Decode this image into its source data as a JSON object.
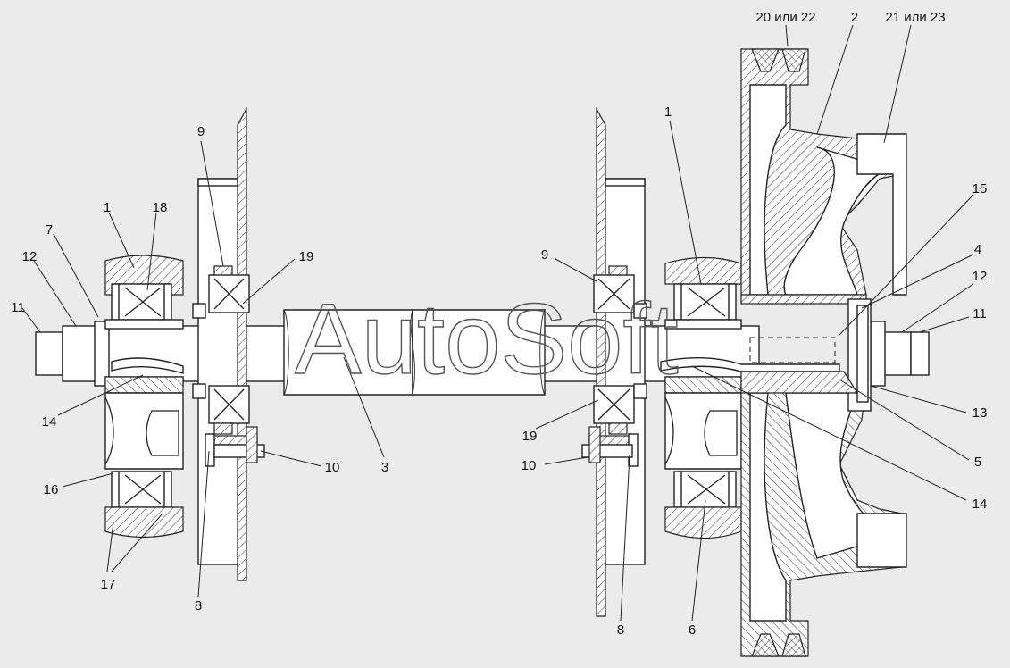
{
  "watermark": "AutoSoft",
  "callouts": [
    {
      "id": "c-20-22",
      "text": "20 или 22"
    },
    {
      "id": "c-2",
      "text": "2"
    },
    {
      "id": "c-21-23",
      "text": "21 или 23"
    },
    {
      "id": "c-1-right",
      "text": "1"
    },
    {
      "id": "c-15",
      "text": "15"
    },
    {
      "id": "c-4",
      "text": "4"
    },
    {
      "id": "c-12-right",
      "text": "12"
    },
    {
      "id": "c-11-right",
      "text": "11"
    },
    {
      "id": "c-13",
      "text": "13"
    },
    {
      "id": "c-5",
      "text": "5"
    },
    {
      "id": "c-14-right",
      "text": "14"
    },
    {
      "id": "c-9-right",
      "text": "9"
    },
    {
      "id": "c-19-right",
      "text": "19"
    },
    {
      "id": "c-10-right",
      "text": "10"
    },
    {
      "id": "c-8-right",
      "text": "8"
    },
    {
      "id": "c-6",
      "text": "6"
    },
    {
      "id": "c-3",
      "text": "3"
    },
    {
      "id": "c-9-left",
      "text": "9"
    },
    {
      "id": "c-19-left",
      "text": "19"
    },
    {
      "id": "c-10-left",
      "text": "10"
    },
    {
      "id": "c-8-left",
      "text": "8"
    },
    {
      "id": "c-1-left",
      "text": "1"
    },
    {
      "id": "c-18",
      "text": "18"
    },
    {
      "id": "c-7",
      "text": "7"
    },
    {
      "id": "c-12-left",
      "text": "12"
    },
    {
      "id": "c-11-left",
      "text": "11"
    },
    {
      "id": "c-14-left",
      "text": "14"
    },
    {
      "id": "c-16",
      "text": "16"
    },
    {
      "id": "c-17",
      "text": "17"
    }
  ]
}
